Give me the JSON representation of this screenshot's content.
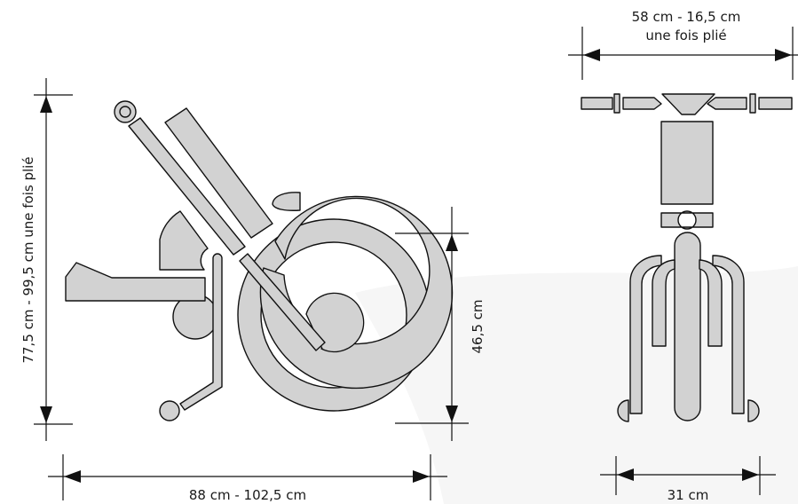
{
  "colors": {
    "part_fill": "#d2d2d2",
    "outline": "#111111",
    "watermark": "#f6f6f6"
  },
  "side_view": {
    "total_height_label": "77,5 cm - 99,5 cm une fois plié",
    "total_length_label": "88 cm - 102,5 cm",
    "seat_height_label": "46,5 cm"
  },
  "front_view": {
    "top_width_line1": "58 cm - 16,5 cm",
    "top_width_line2": "une fois plié",
    "bottom_width_label": "31 cm"
  }
}
